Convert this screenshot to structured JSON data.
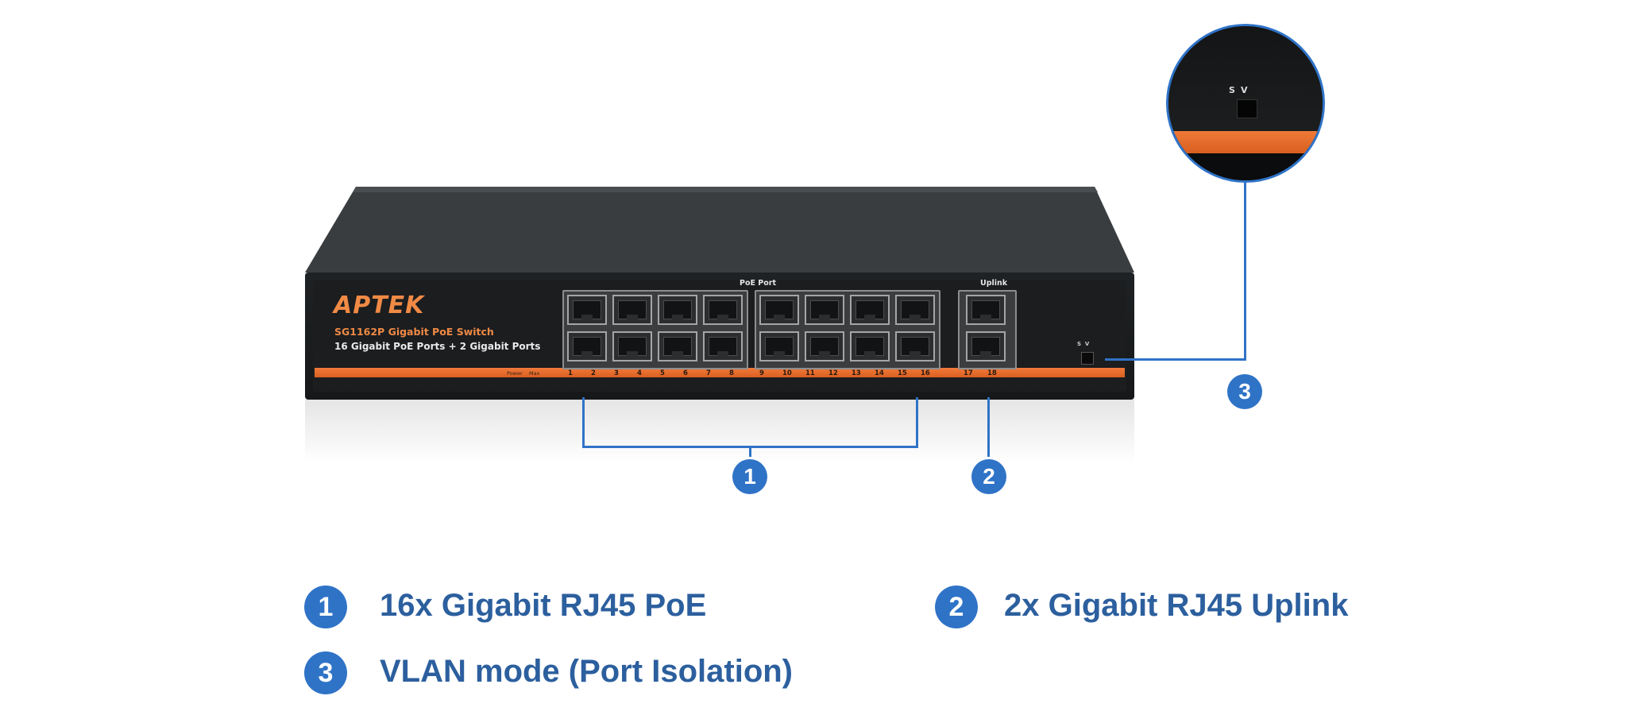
{
  "device": {
    "brand": "APTEK",
    "model_line": "SG1162P Gigabit PoE Switch",
    "description_line": "16 Gigabit PoE Ports + 2 Gigabit Ports",
    "poe_section_label": "PoE Port",
    "uplink_section_label": "Uplink",
    "led_labels": [
      "Power",
      "Max"
    ],
    "poe_port_numbers": [
      "1",
      "2",
      "3",
      "4",
      "5",
      "6",
      "7",
      "8",
      "9",
      "10",
      "11",
      "12",
      "13",
      "14",
      "15",
      "16"
    ],
    "uplink_port_numbers": [
      "17",
      "18"
    ],
    "switch_labels": {
      "s": "S",
      "v": "V"
    }
  },
  "zoom": {
    "s": "S",
    "v": "V"
  },
  "callouts": {
    "c1": "1",
    "c2": "2",
    "c3": "3"
  },
  "legend": [
    {
      "number": "1",
      "text": "16x Gigabit RJ45 PoE"
    },
    {
      "number": "2",
      "text": "2x Gigabit RJ45 Uplink"
    },
    {
      "number": "3",
      "text": "VLAN mode (Port Isolation)"
    }
  ],
  "colors": {
    "accent": "#2f73c7",
    "legend_text": "#2c5f9e",
    "brand_orange": "#f08a45"
  }
}
